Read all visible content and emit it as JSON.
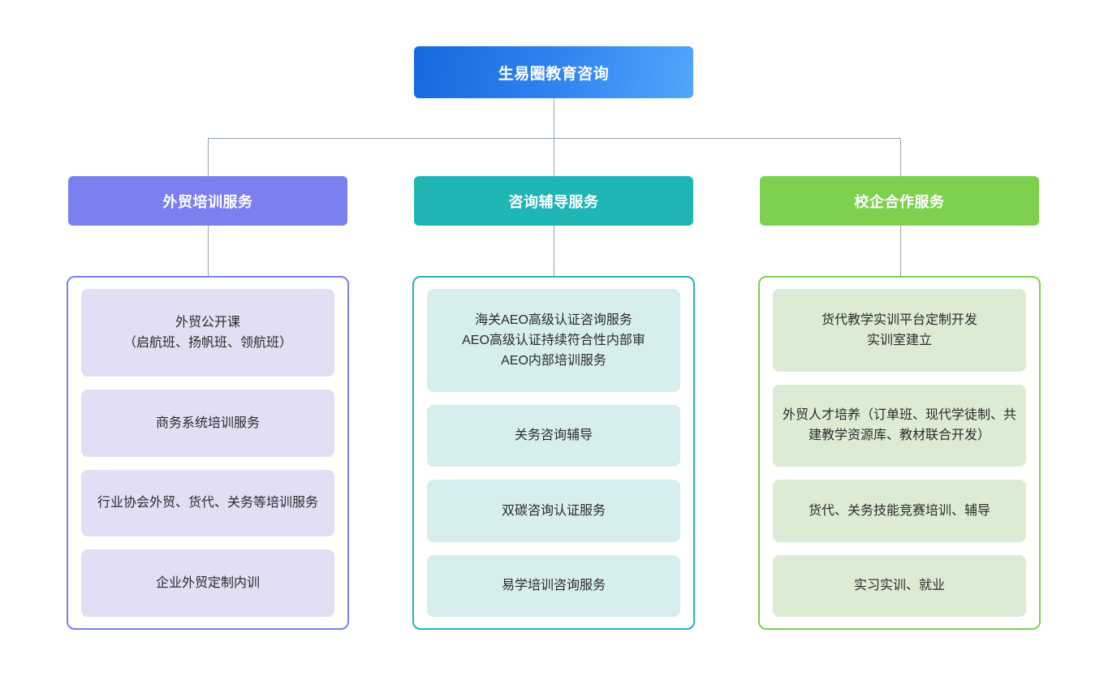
{
  "diagram": {
    "type": "organization-chart",
    "root": {
      "label": "生易圈教育咨询",
      "color": "#2f82ef"
    },
    "branches": [
      {
        "header": "外贸培训服务",
        "color": "#7b7ff0",
        "item_color": "#e2dff4",
        "items": [
          "外贸公开课\n（启航班、扬帆班、领航班）",
          "商务系统培训服务",
          "行业协会外贸、货代、关务等培训服务",
          "企业外贸定制内训"
        ]
      },
      {
        "header": "咨询辅导服务",
        "color": "#1fb5b5",
        "item_color": "#d7eeee",
        "items": [
          "海关AEO高级认证咨询服务\nAEO高级认证持续符合性内部审\nAEO内部培训服务",
          "关务咨询辅导",
          "双碳咨询认证服务",
          "易学培训咨询服务"
        ]
      },
      {
        "header": "校企合作服务",
        "color": "#7ed04f",
        "item_color": "#dcecd4",
        "items": [
          "货代教学实训平台定制开发\n实训室建立",
          "外贸人才培养（订单班、现代学徒制、共建教学资源库、教材联合开发）",
          "货代、关务技能竞赛培训、辅导",
          "实习实训、就业"
        ]
      }
    ],
    "connector_color": "#93a4af"
  }
}
